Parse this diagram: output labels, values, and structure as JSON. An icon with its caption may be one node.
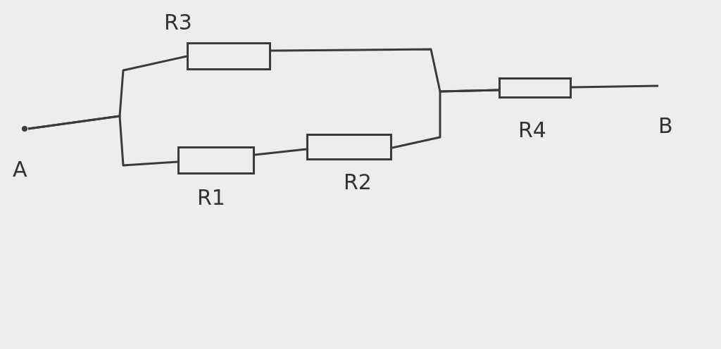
{
  "diagram": {
    "nodes": [
      {
        "text": [
          "A"
        ]
      },
      {
        "text": [],
        "shape": "box",
        "beside": [
          "R3"
        ]
      },
      {
        "text": [],
        "shape": "box",
        "beside": [
          "R1"
        ]
      },
      {
        "text": [],
        "shape": "box",
        "beside": [
          "R2"
        ]
      },
      {
        "text": [],
        "shape": "box",
        "beside": [
          "R4"
        ]
      },
      {
        "text": [
          "B"
        ]
      }
    ],
    "edges": [
      {
        "from": 0,
        "to": 1,
        "arrow": "none"
      },
      {
        "from": 0,
        "to": 2,
        "arrow": "none"
      },
      {
        "from": 2,
        "to": 3,
        "arrow": "none"
      },
      {
        "from": 1,
        "to": 4,
        "arrow": "none"
      },
      {
        "from": 3,
        "to": 4,
        "arrow": "none"
      },
      {
        "from": 4,
        "to": 5,
        "arrow": "none"
      }
    ]
  }
}
